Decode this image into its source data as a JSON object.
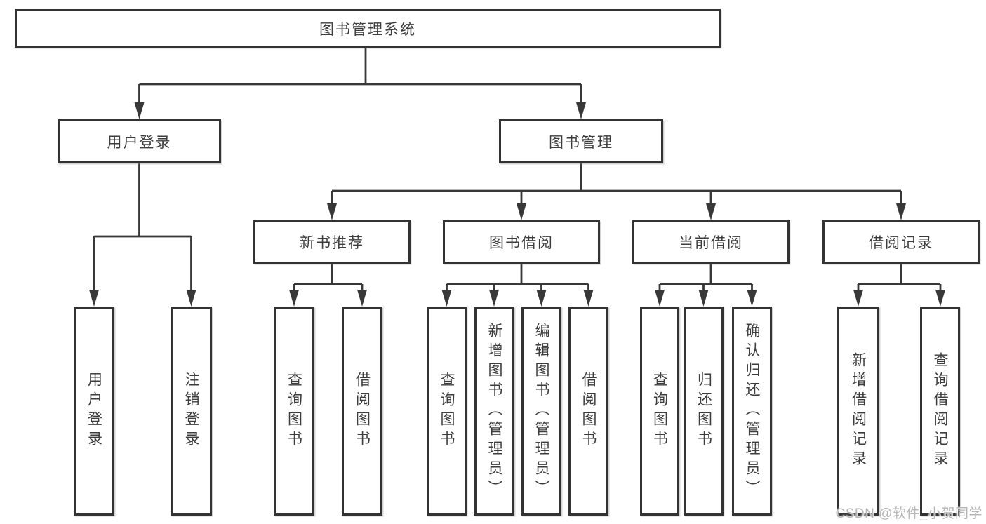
{
  "diagram_title": "图书管理系统",
  "tree": {
    "root": {
      "label": "图书管理系统"
    },
    "branches": [
      {
        "label": "用户登录",
        "children": [
          {
            "label": "用户登录"
          },
          {
            "label": "注销登录"
          }
        ]
      },
      {
        "label": "图书管理",
        "groups": [
          {
            "label": "新书推荐",
            "children": [
              {
                "label": "查询图书"
              },
              {
                "label": "借阅图书"
              }
            ]
          },
          {
            "label": "图书借阅",
            "children": [
              {
                "label": "查询图书"
              },
              {
                "label": "新增图书（管理员）"
              },
              {
                "label": "编辑图书（管理员）"
              },
              {
                "label": "借阅图书"
              }
            ]
          },
          {
            "label": "当前借阅",
            "children": [
              {
                "label": "查询图书"
              },
              {
                "label": "归还图书"
              },
              {
                "label": "确认归还（管理员）"
              }
            ]
          },
          {
            "label": "借阅记录",
            "children": [
              {
                "label": "新增借阅记录"
              },
              {
                "label": "查询借阅记录"
              }
            ]
          }
        ]
      }
    ]
  },
  "watermark": {
    "text": "CSDN @软件_小贺同学"
  },
  "colors": {
    "line": "#383838",
    "box_border": "#333333",
    "text": "#3d3d3d",
    "background": "#ffffff",
    "watermark": "#b5b5b5"
  }
}
